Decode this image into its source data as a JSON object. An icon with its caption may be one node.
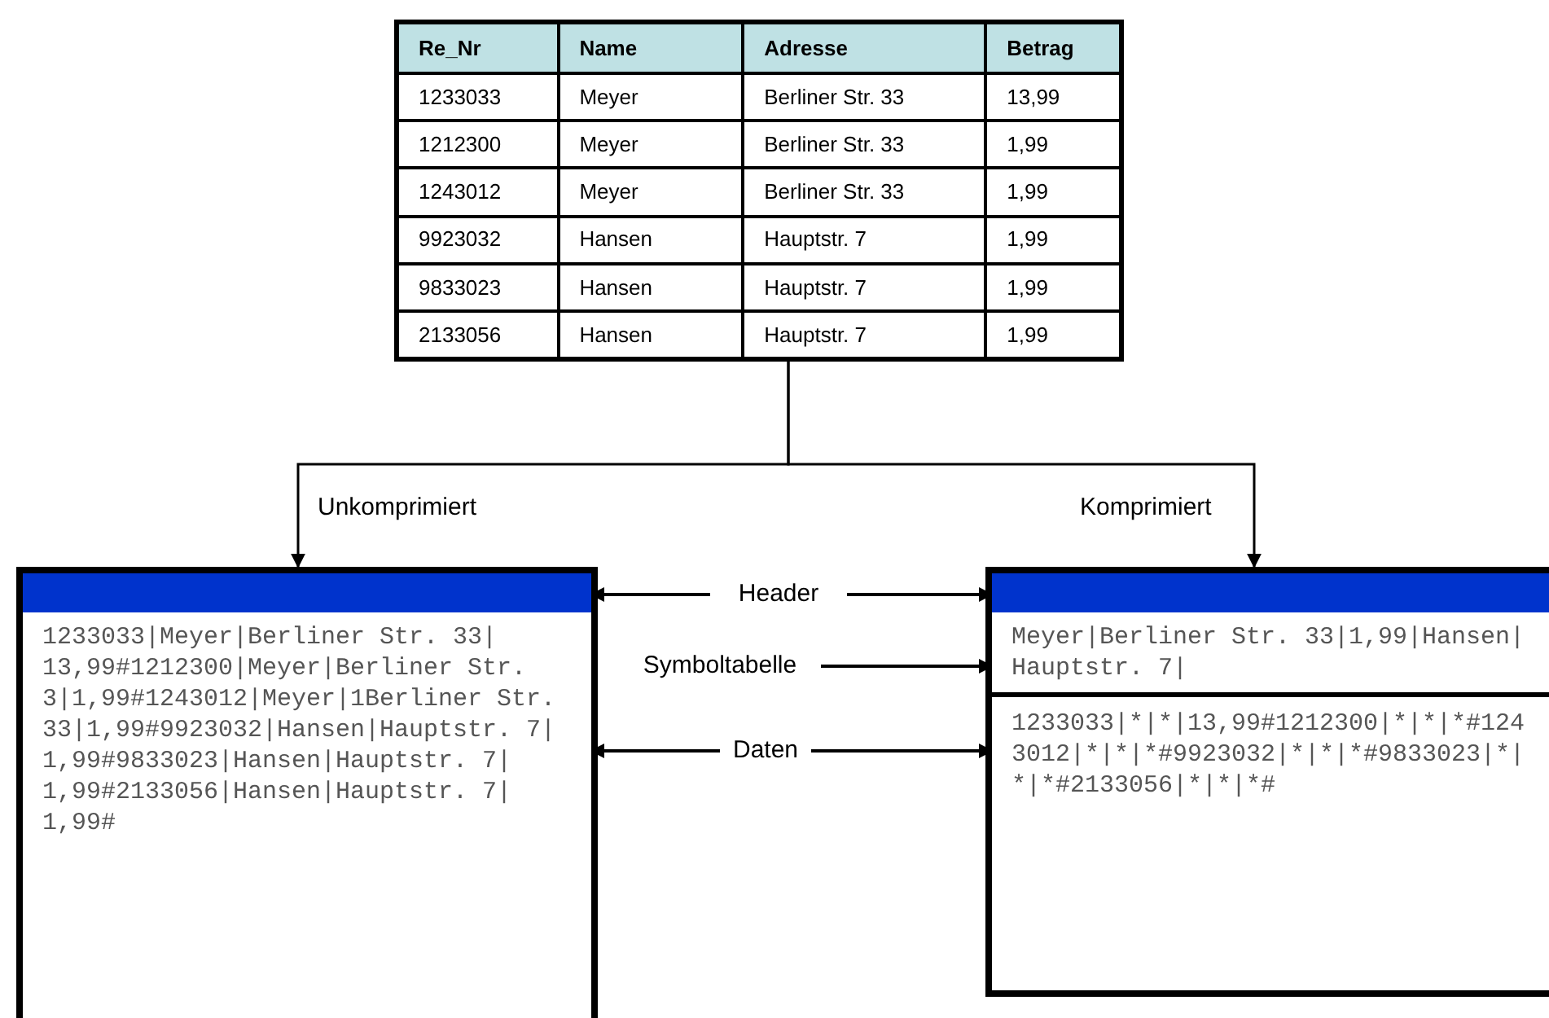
{
  "diagram": {
    "nodes": [
      {
        "text": [
          "Re_Nr",
          "Name",
          "Adresse",
          "Betrag",
          "1233033",
          "Meyer",
          "Berliner Str. 33",
          "13,99",
          "1212300",
          "Meyer",
          "Berliner Str. 33",
          "1,99",
          "1243012",
          "Meyer",
          "Berliner Str. 33",
          "1,99",
          "9923032",
          "Hansen",
          "Hauptstr. 7",
          "1,99",
          "9833023",
          "Hansen",
          "Hauptstr. 7",
          "1,99",
          "2133056",
          "Hansen",
          "Hauptstr. 7",
          "1,99"
        ]
      },
      {
        "text": [],
        "shape": "box"
      },
      {
        "text": [],
        "shape": "bar",
        "in": 1
      },
      {
        "text": [
          "1233033|Meyer|Berliner Str. 33| 13,99#1212300|Meyer|Berliner Str. 3|1,99#1243012|Meyer|1Berliner Str. 33|1,99#9923032|Hansen|Hauptstr. 7| 1,99#9833023|Hansen|Hauptstr. 7| 1,99#2133056|Hansen|Hauptstr. 7| 1,99#"
        ],
        "in": 1
      },
      {
        "text": [],
        "shape": "box"
      },
      {
        "text": [],
        "shape": "bar",
        "in": 4
      },
      {
        "text": [
          "Meyer|Berliner Str. 33|1,99|Hansen| Hauptstr. 7|"
        ],
        "in": 4
      },
      {
        "text": [
          "1233033|*|*|13,99#1212300|*|*|*#1243012|*|*|*#9923032|*|*|*#9833023|*|*|*#2133056|*|*|*#"
        ],
        "in": 4
      },
      {
        "text": [
          "Header"
        ]
      },
      {
        "text": [
          "Symboltabelle"
        ]
      },
      {
        "text": [
          "Daten"
        ]
      }
    ],
    "edges": [
      {
        "from": 0,
        "to": 1,
        "arrow": "to",
        "label": "Unkomprimiert"
      },
      {
        "from": 0,
        "to": 4,
        "arrow": "to",
        "label": "Komprimiert"
      },
      {
        "from": 8,
        "to": 2,
        "arrow": "to"
      },
      {
        "from": 8,
        "to": 5,
        "arrow": "to"
      },
      {
        "from": 9,
        "to": 6,
        "arrow": "to"
      },
      {
        "from": 10,
        "to": 3,
        "arrow": "to"
      },
      {
        "from": 10,
        "to": 7,
        "arrow": "to"
      }
    ]
  }
}
